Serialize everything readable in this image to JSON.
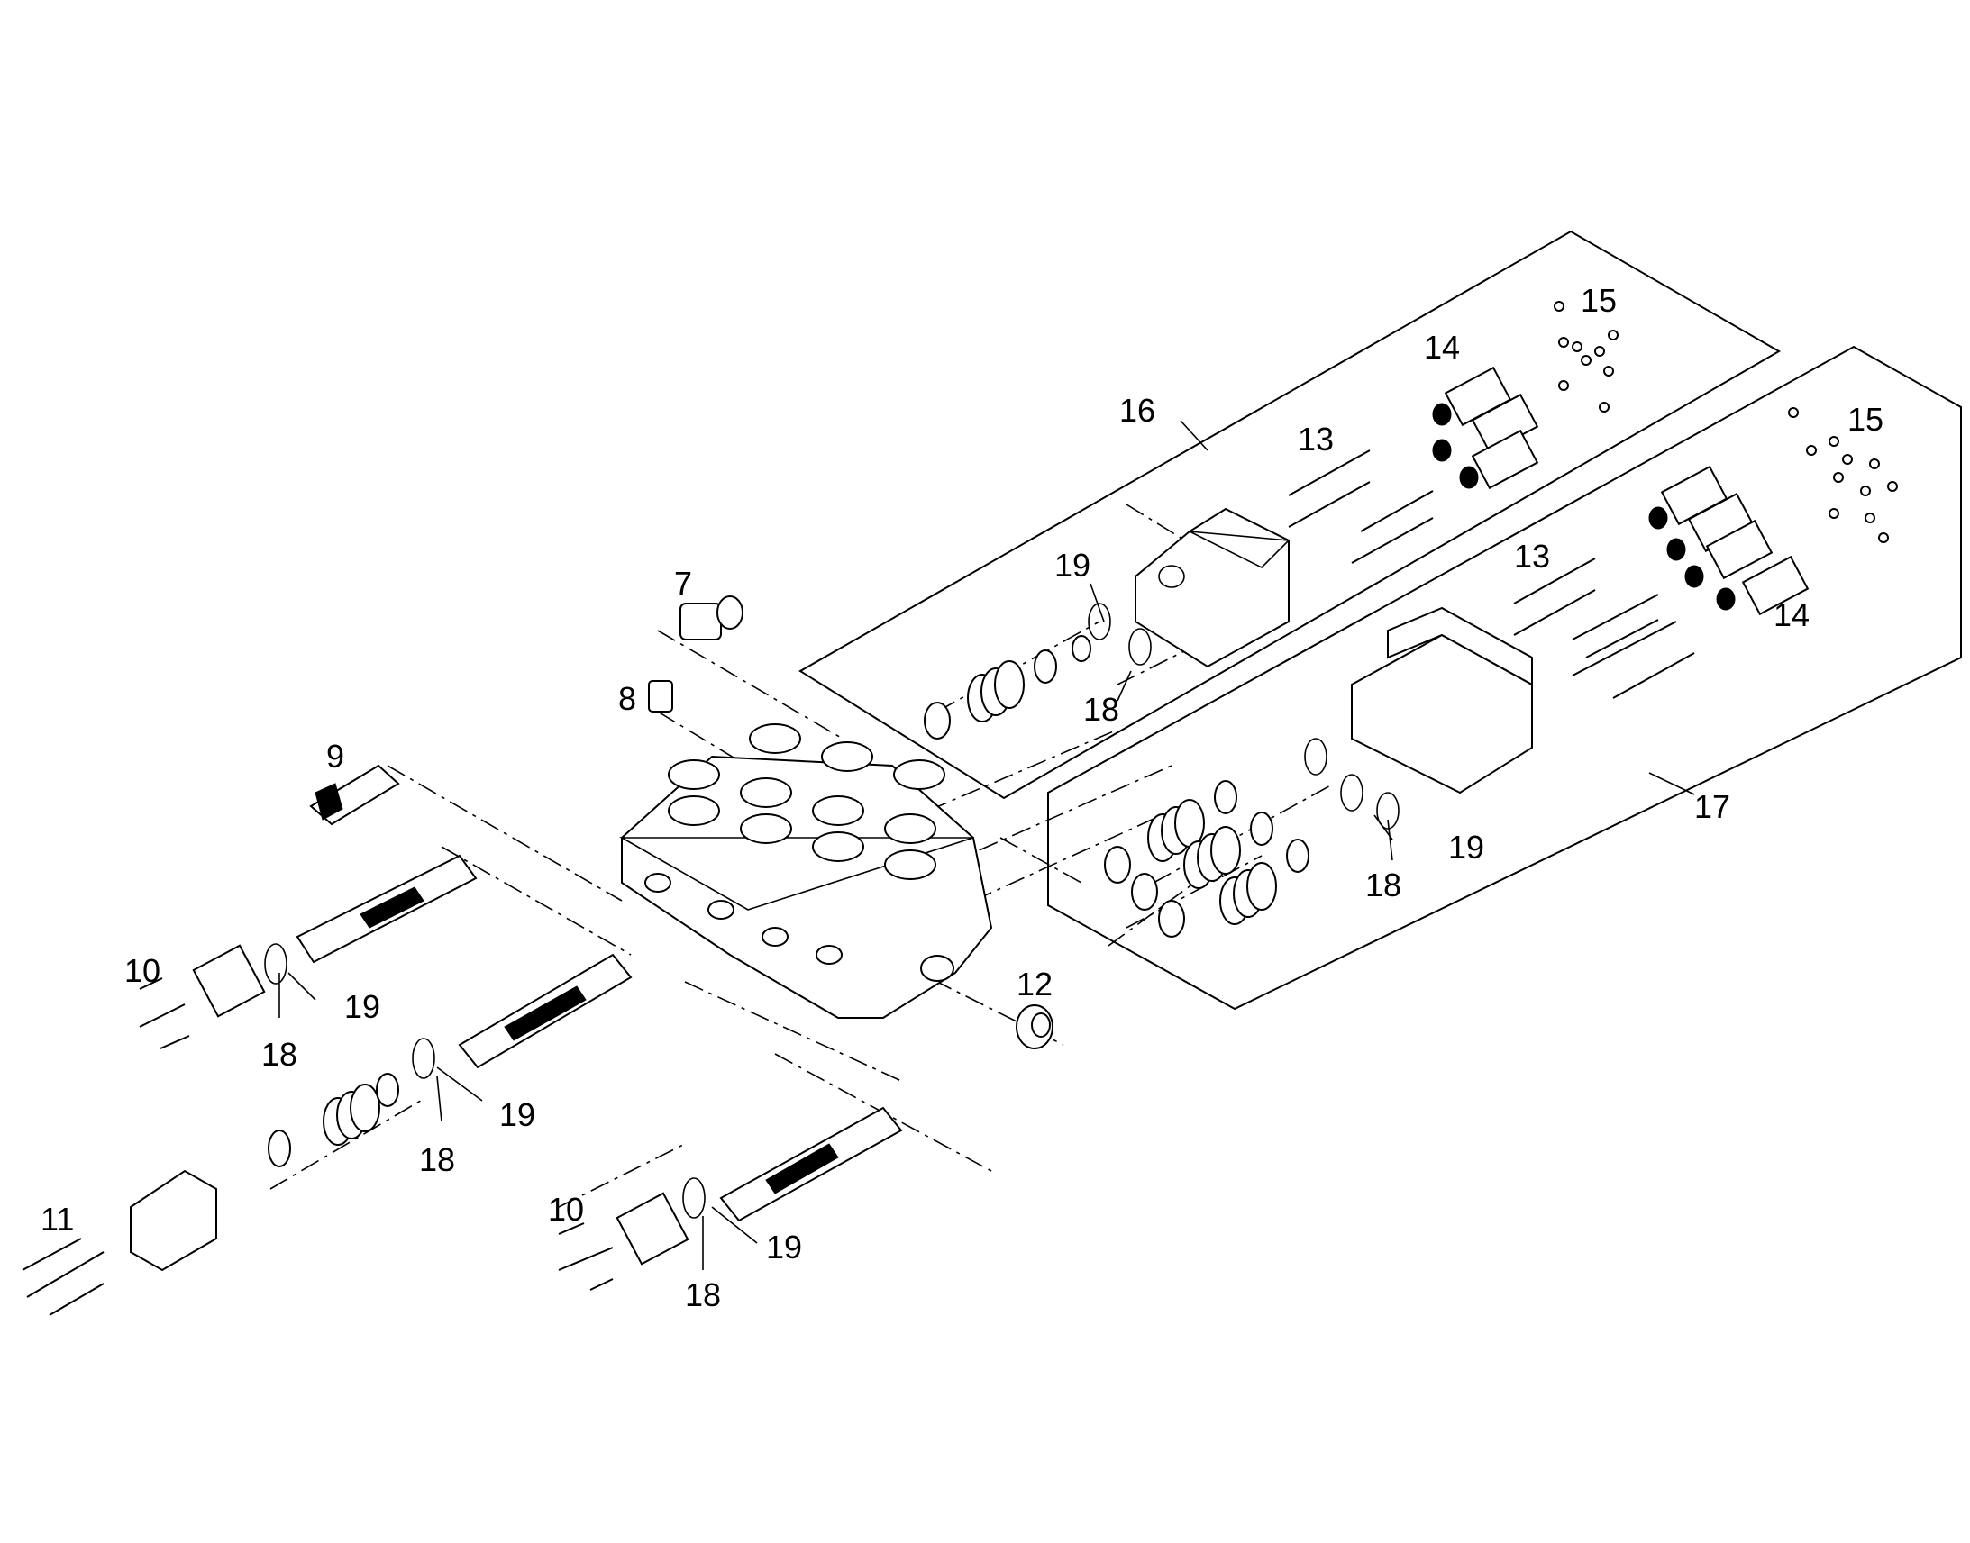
{
  "callouts": {
    "c7": "7",
    "c8": "8",
    "c9": "9",
    "c10a": "10",
    "c10b": "10",
    "c11": "11",
    "c12": "12",
    "c13a": "13",
    "c13b": "13",
    "c14a": "14",
    "c14b": "14",
    "c15a": "15",
    "c15b": "15",
    "c16": "16",
    "c17": "17",
    "c18a": "18",
    "c18b": "18",
    "c18c": "18",
    "c18d": "18",
    "c18e": "18",
    "c19a": "19",
    "c19b": "19",
    "c19c": "19",
    "c19d": "19",
    "c19e": "19"
  },
  "line_color": "#000000",
  "background": "#ffffff"
}
